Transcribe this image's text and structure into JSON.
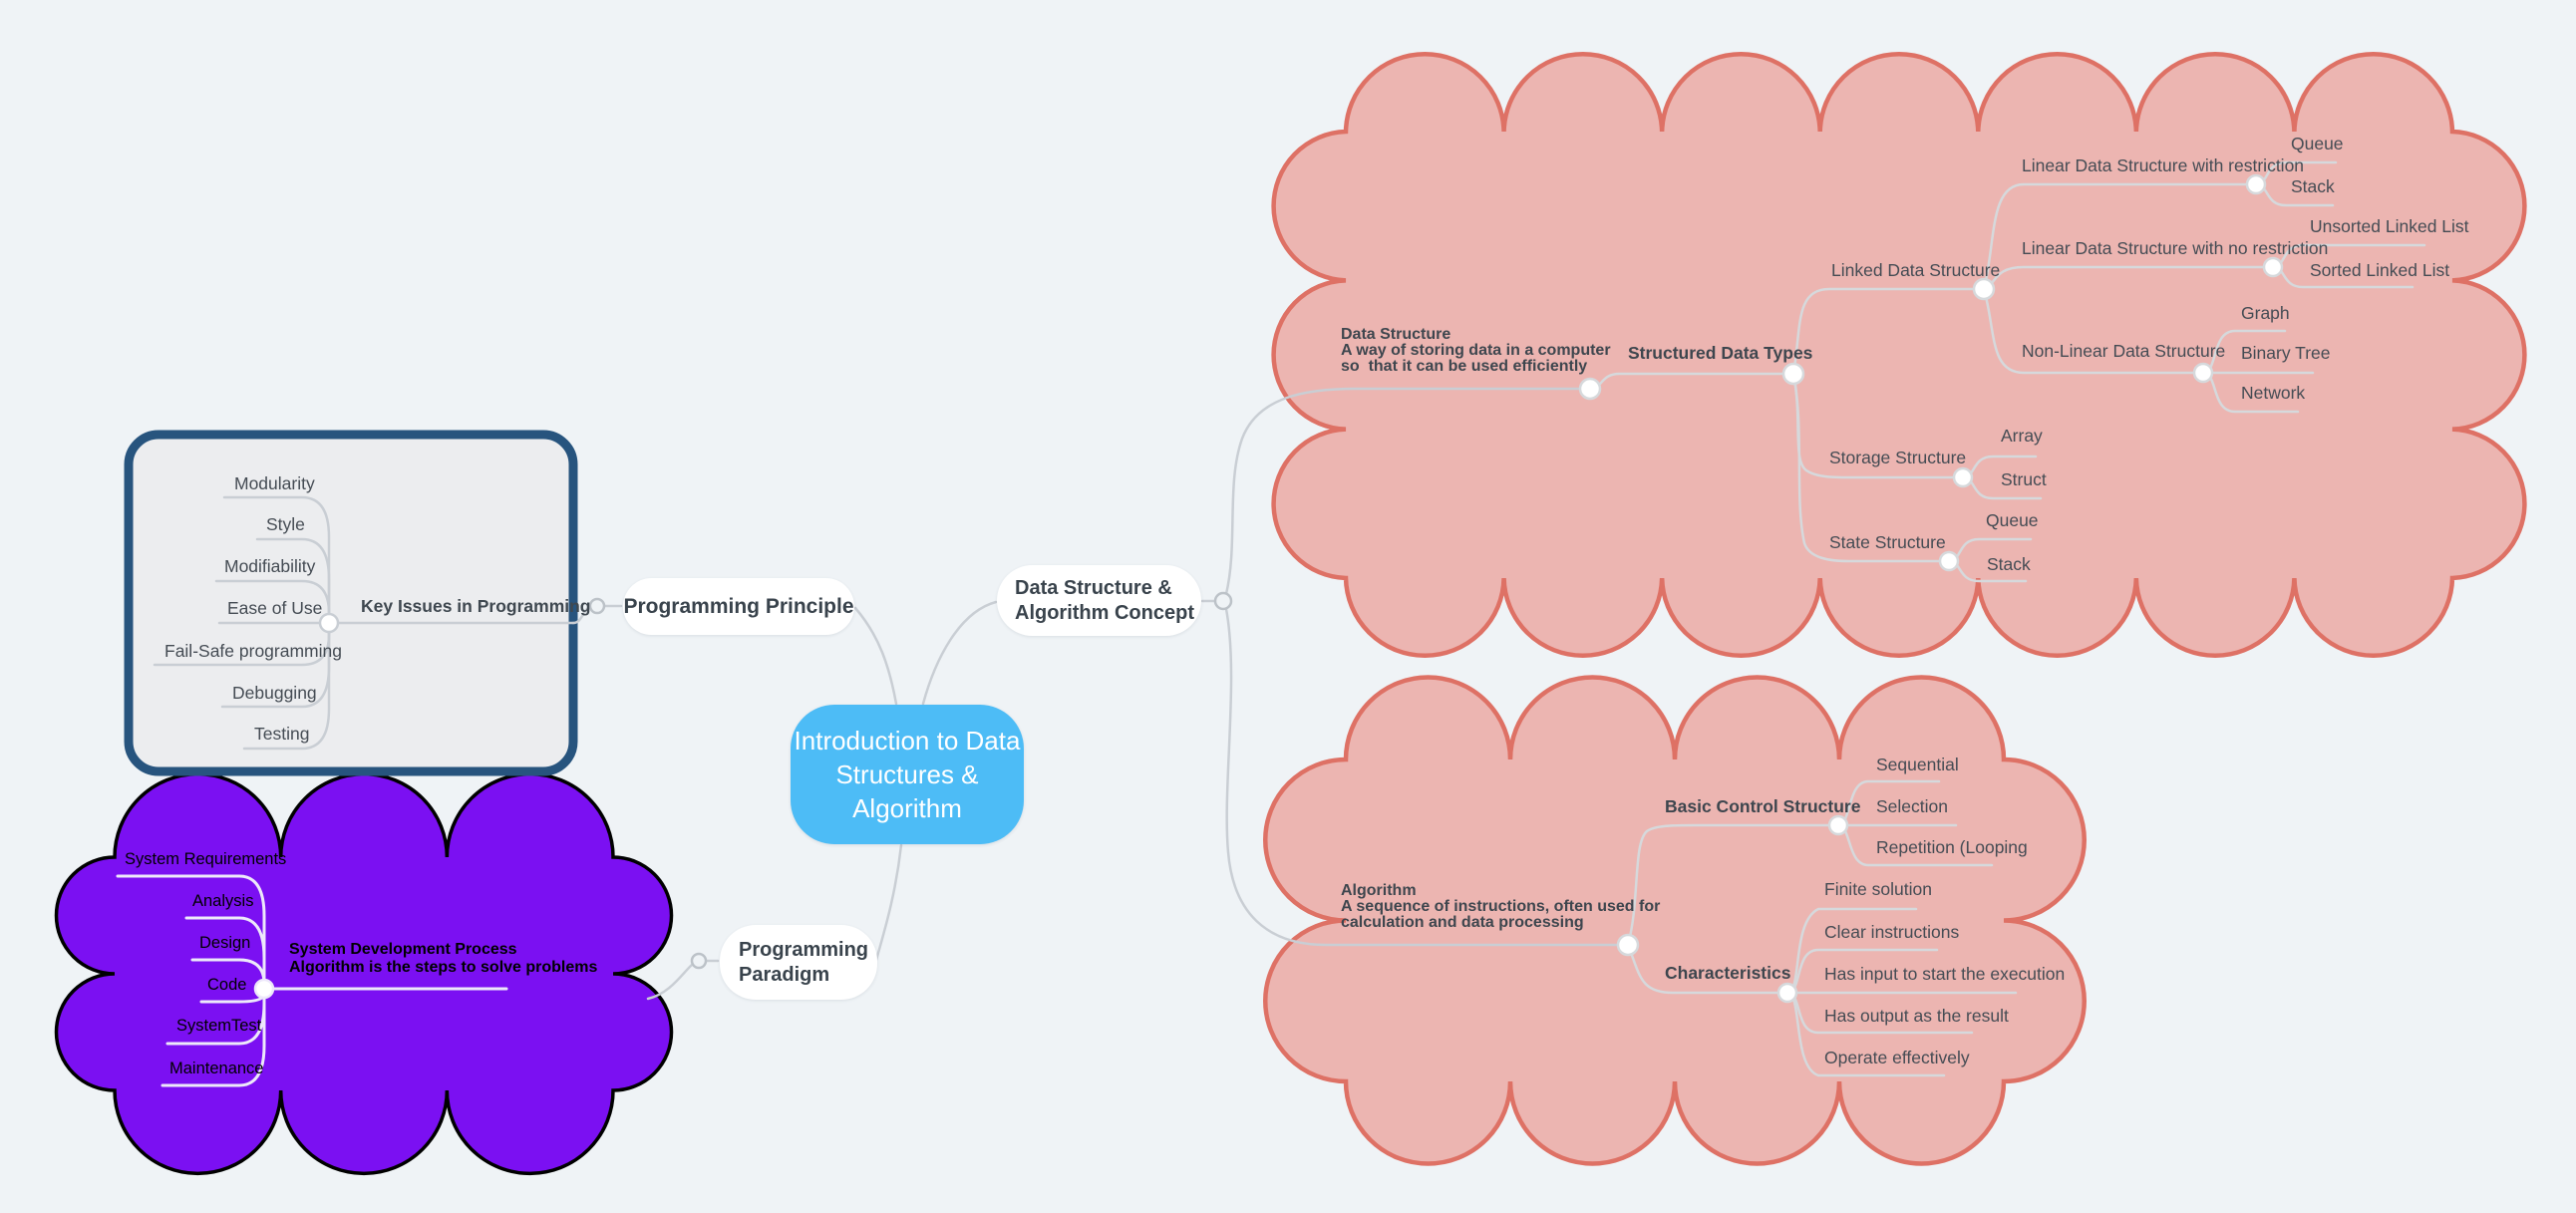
{
  "colors": {
    "background": "#EFF3F6",
    "root_fill": "#4DBCF6",
    "pill_fill": "#FFFFFF",
    "cloud_pink_fill": "#ECB5B1",
    "cloud_pink_border": "#DE7165",
    "cloud_purple_fill": "#7B10F2",
    "cloud_purple_border": "#000000",
    "box_fill": "#ECEDEF",
    "box_border": "#27547E",
    "connector_gray": "#C9CED4",
    "connector_light": "#EDE8FA"
  },
  "root": {
    "label": "Introduction to Data Structures & Algorithm"
  },
  "nodes": {
    "programming_principle": "Programming Principle",
    "programming_paradigm": "Programming Paradigm",
    "ds_algo_concept": "Data Structure & Algorithm Concept"
  },
  "key_issues": {
    "title": "Key Issues in Programming",
    "children": [
      "Modularity",
      "Style",
      "Modifiability",
      "Ease of Use",
      "Fail-Safe programming",
      "Debugging",
      "Testing"
    ]
  },
  "system_dev": {
    "title": "System Development Process",
    "subtitle": "Algorithm is the steps to solve problems",
    "children": [
      "System Requirements",
      "Analysis",
      "Design",
      "Code",
      "SystemTest",
      "Maintenance"
    ]
  },
  "data_structure": {
    "title": "Data Structure",
    "desc": [
      "A way of storing data in a computer",
      "so  that it can be used efficiently"
    ],
    "structured_title": "Structured Data Types",
    "linked_title": "Linked Data Structure",
    "restricted": {
      "title": "Linear Data Structure with restriction",
      "children": [
        "Queue",
        "Stack"
      ]
    },
    "unrestricted": {
      "title": "Linear Data Structure with no restriction",
      "children": [
        "Unsorted Linked List",
        "Sorted Linked List"
      ]
    },
    "nonlinear": {
      "title": "Non-Linear Data Structure",
      "children": [
        "Graph",
        "Binary Tree",
        "Network"
      ]
    },
    "storage": {
      "title": "Storage Structure",
      "children": [
        "Array",
        "Struct"
      ]
    },
    "state": {
      "title": "State Structure",
      "children": [
        "Queue",
        "Stack"
      ]
    }
  },
  "algorithm": {
    "title": "Algorithm",
    "desc": [
      "A sequence of instructions, often used for",
      "calculation and data processing"
    ],
    "control": {
      "title": "Basic Control Structure",
      "children": [
        "Sequential",
        "Selection",
        "Repetition (Looping"
      ]
    },
    "characteristics": {
      "title": "Characteristics",
      "children": [
        "Finite solution",
        "Clear instructions",
        "Has input to start the execution",
        "Has output as the result",
        "Operate effectively"
      ]
    }
  }
}
